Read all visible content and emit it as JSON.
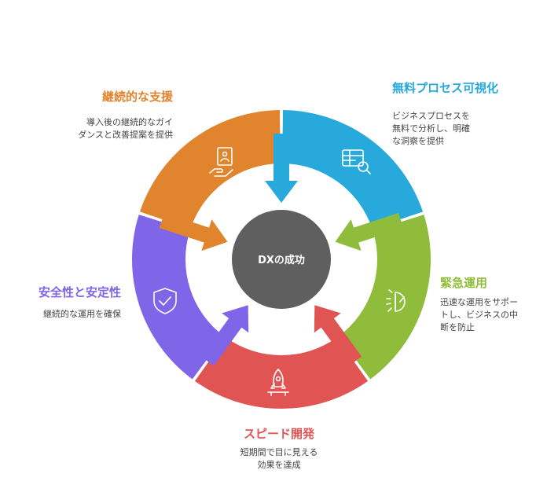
{
  "center": {
    "label": "DXの成功",
    "color": "#5f5f5f"
  },
  "segments": [
    {
      "id": "visualization",
      "title": "無料プロセス可視化",
      "description": "ビジネスプロセスを\n無料で分析し、明確\nな洞察を提供",
      "color": "#27a9db",
      "icon": "spreadsheet-search-icon"
    },
    {
      "id": "emergency",
      "title": "緊急運用",
      "description": "迅速な運用をサポー\nトし、ビジネスの中\n断を防止",
      "color": "#8fbd3b",
      "icon": "stopwatch-icon"
    },
    {
      "id": "speed",
      "title": "スピード開発",
      "description": "短期間で目に見える\n効果を達成",
      "color": "#e05553",
      "icon": "rocket-icon"
    },
    {
      "id": "security",
      "title": "安全性と安定性",
      "description": "継続的な運用を確保",
      "color": "#7f66e8",
      "icon": "shield-check-icon"
    },
    {
      "id": "support",
      "title": "継続的な支援",
      "description": "導入後の継続的なガイ\nダンスと改善提案を提供",
      "color": "#e0842e",
      "icon": "hand-document-icon"
    }
  ]
}
